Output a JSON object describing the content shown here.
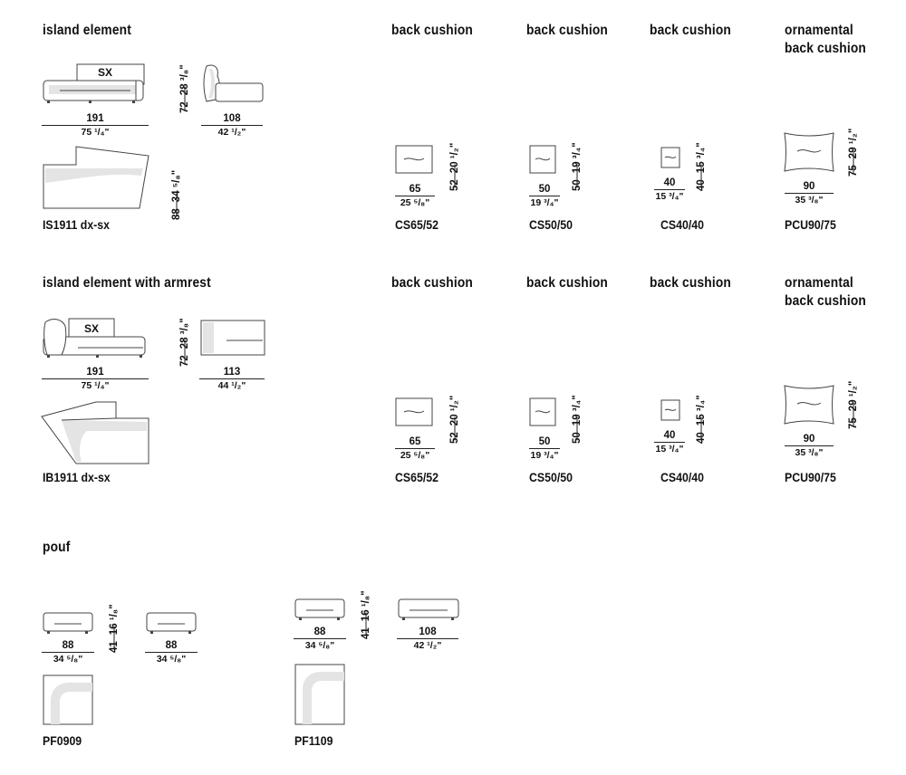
{
  "sections": {
    "island": {
      "title": "island element",
      "side_label": "SX",
      "width": {
        "metric": "191",
        "imperial": "75 ¹/₄\""
      },
      "height": {
        "metric": "72",
        "imperial": "28 ³/₈\""
      },
      "depth": {
        "metric": "108",
        "imperial": "42 ¹/₂\""
      },
      "diag": {
        "metric": "88",
        "imperial": "34 ⁵/₈\""
      },
      "code": "IS1911 dx-sx"
    },
    "island_arm": {
      "title": "island element with armrest",
      "side_label": "SX",
      "width": {
        "metric": "191",
        "imperial": "75 ¹/₄\""
      },
      "height": {
        "metric": "72",
        "imperial": "28 ³/₈\""
      },
      "depth": {
        "metric": "113",
        "imperial": "44 ¹/₂\""
      },
      "code": "IB1911 dx-sx"
    },
    "cushions_row1": [
      {
        "title": "back cushion",
        "w": {
          "metric": "65",
          "imperial": "25 ⁵/₈\""
        },
        "h": {
          "metric": "52",
          "imperial": "20 ¹/₂\""
        },
        "code": "CS65/52"
      },
      {
        "title": "back cushion",
        "w": {
          "metric": "50",
          "imperial": "19 ³/₄\""
        },
        "h": {
          "metric": "50",
          "imperial": "19 ³/₄\""
        },
        "code": "CS50/50"
      },
      {
        "title": "back cushion",
        "w": {
          "metric": "40",
          "imperial": "15 ³/₄\""
        },
        "h": {
          "metric": "40",
          "imperial": "15 ³/₄\""
        },
        "code": "CS40/40"
      },
      {
        "title": "ornamental back cushion",
        "w": {
          "metric": "90",
          "imperial": "35 ³/₈\""
        },
        "h": {
          "metric": "75",
          "imperial": "29 ¹/₂\""
        },
        "code": "PCU90/75"
      }
    ],
    "cushions_row2": [
      {
        "title": "back cushion",
        "w": {
          "metric": "65",
          "imperial": "25 ⁵/₈\""
        },
        "h": {
          "metric": "52",
          "imperial": "20 ¹/₂\""
        },
        "code": "CS65/52"
      },
      {
        "title": "back cushion",
        "w": {
          "metric": "50",
          "imperial": "19 ³/₄\""
        },
        "h": {
          "metric": "50",
          "imperial": "19 ³/₄\""
        },
        "code": "CS50/50"
      },
      {
        "title": "back cushion",
        "w": {
          "metric": "40",
          "imperial": "15 ³/₄\""
        },
        "h": {
          "metric": "40",
          "imperial": "15 ³/₄\""
        },
        "code": "CS40/40"
      },
      {
        "title": "ornamental back cushion",
        "w": {
          "metric": "90",
          "imperial": "35 ³/₈\""
        },
        "h": {
          "metric": "75",
          "imperial": "29 ¹/₂\""
        },
        "code": "PCU90/75"
      }
    ],
    "pouf": {
      "title": "pouf",
      "small": {
        "w": {
          "metric": "88",
          "imperial": "34 ⁵/₈\""
        },
        "h": {
          "metric": "41",
          "imperial": "16 ¹/₈\""
        },
        "d": {
          "metric": "88",
          "imperial": "34 ⁵/₈\""
        },
        "code": "PF0909"
      },
      "large": {
        "w": {
          "metric": "88",
          "imperial": "34 ⁵/₈\""
        },
        "h": {
          "metric": "41",
          "imperial": "16 ¹/₈\""
        },
        "d": {
          "metric": "108",
          "imperial": "42 ¹/₂\""
        },
        "code": "PF1109"
      }
    }
  }
}
